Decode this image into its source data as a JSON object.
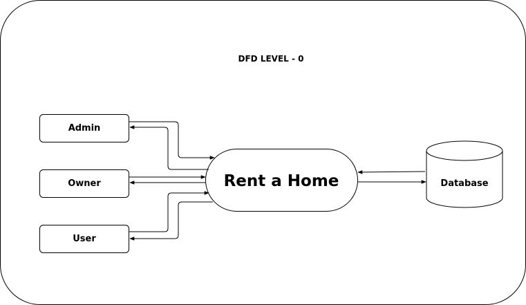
{
  "diagram": {
    "title": "DFD LEVEL - 0",
    "process": {
      "label": "Rent a Home"
    },
    "entities": {
      "admin": "Admin",
      "owner": "Owner",
      "user": "User"
    },
    "datastore": {
      "label": "Database"
    }
  }
}
